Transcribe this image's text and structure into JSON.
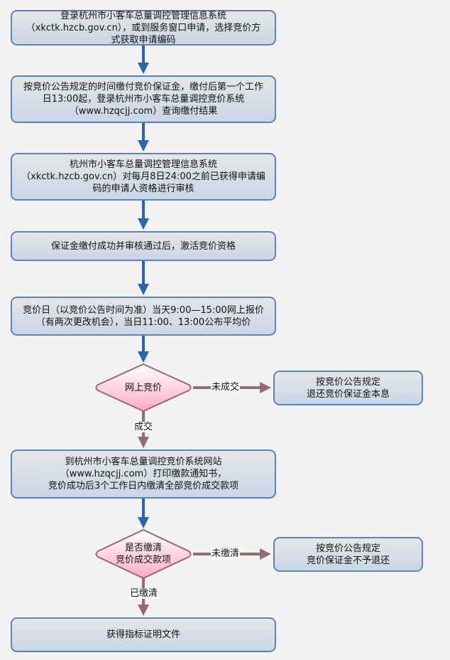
{
  "colors": {
    "background": "#f2f2f2",
    "box_border": "#5b84bb",
    "box_gradient_top": "#e6e6e6",
    "box_gradient_bottom": "#c9d6e6",
    "main_arrow": "#2e64ac",
    "branch_arrow": "#946b6e",
    "diamond_border": "#946b6e",
    "diamond_gradient_top": "#ffffff",
    "diamond_gradient_bottom": "#ffaac4"
  },
  "steps": [
    {
      "text": "登录杭州市小客车总量调控管理信息系统\n（xkctk.hzcb.gov.cn），或到服务窗口申请，选择竞价方\n式获取申请编码"
    },
    {
      "text": "按竞价公告规定的时间缴付竞价保证金，缴付后第一个工作\n日13:00起，登录杭州市小客车总量调控竞价系统\n（www.hzqcjj.com）查询缴付结果"
    },
    {
      "text": "杭州市小客车总量调控管理信息系统\n（xkctk.hzcb.gov.cn）对每月8日24:00之前已获得申请编\n码的申请人资格进行审核"
    },
    {
      "text": "保证金缴付成功并审核通过后，激活竞价资格"
    },
    {
      "text": "竞价日（以竞价公告时间为准）当天9:00—15:00网上报价\n（有两次更改机会），当日11:00、13:00公布平均价"
    },
    {
      "text": "到杭州市小客车总量调控竞价系统网站\n（www.hzqcjj.com）打印缴款通知书，\n竞价成功后3个工作日内缴清全部竞价成交款项"
    },
    {
      "text": "获得指标证明文件"
    }
  ],
  "decisions": [
    {
      "text": "网上竞价",
      "yes_label": "成交",
      "no_label": "未成交",
      "no_result": "按竞价公告规定\n退还竞价保证金本息"
    },
    {
      "text": "是否缴清\n竞价成交款项",
      "yes_label": "已缴清",
      "no_label": "未缴清",
      "no_result": "按竞价公告规定\n竞价保证金不予退还"
    }
  ]
}
